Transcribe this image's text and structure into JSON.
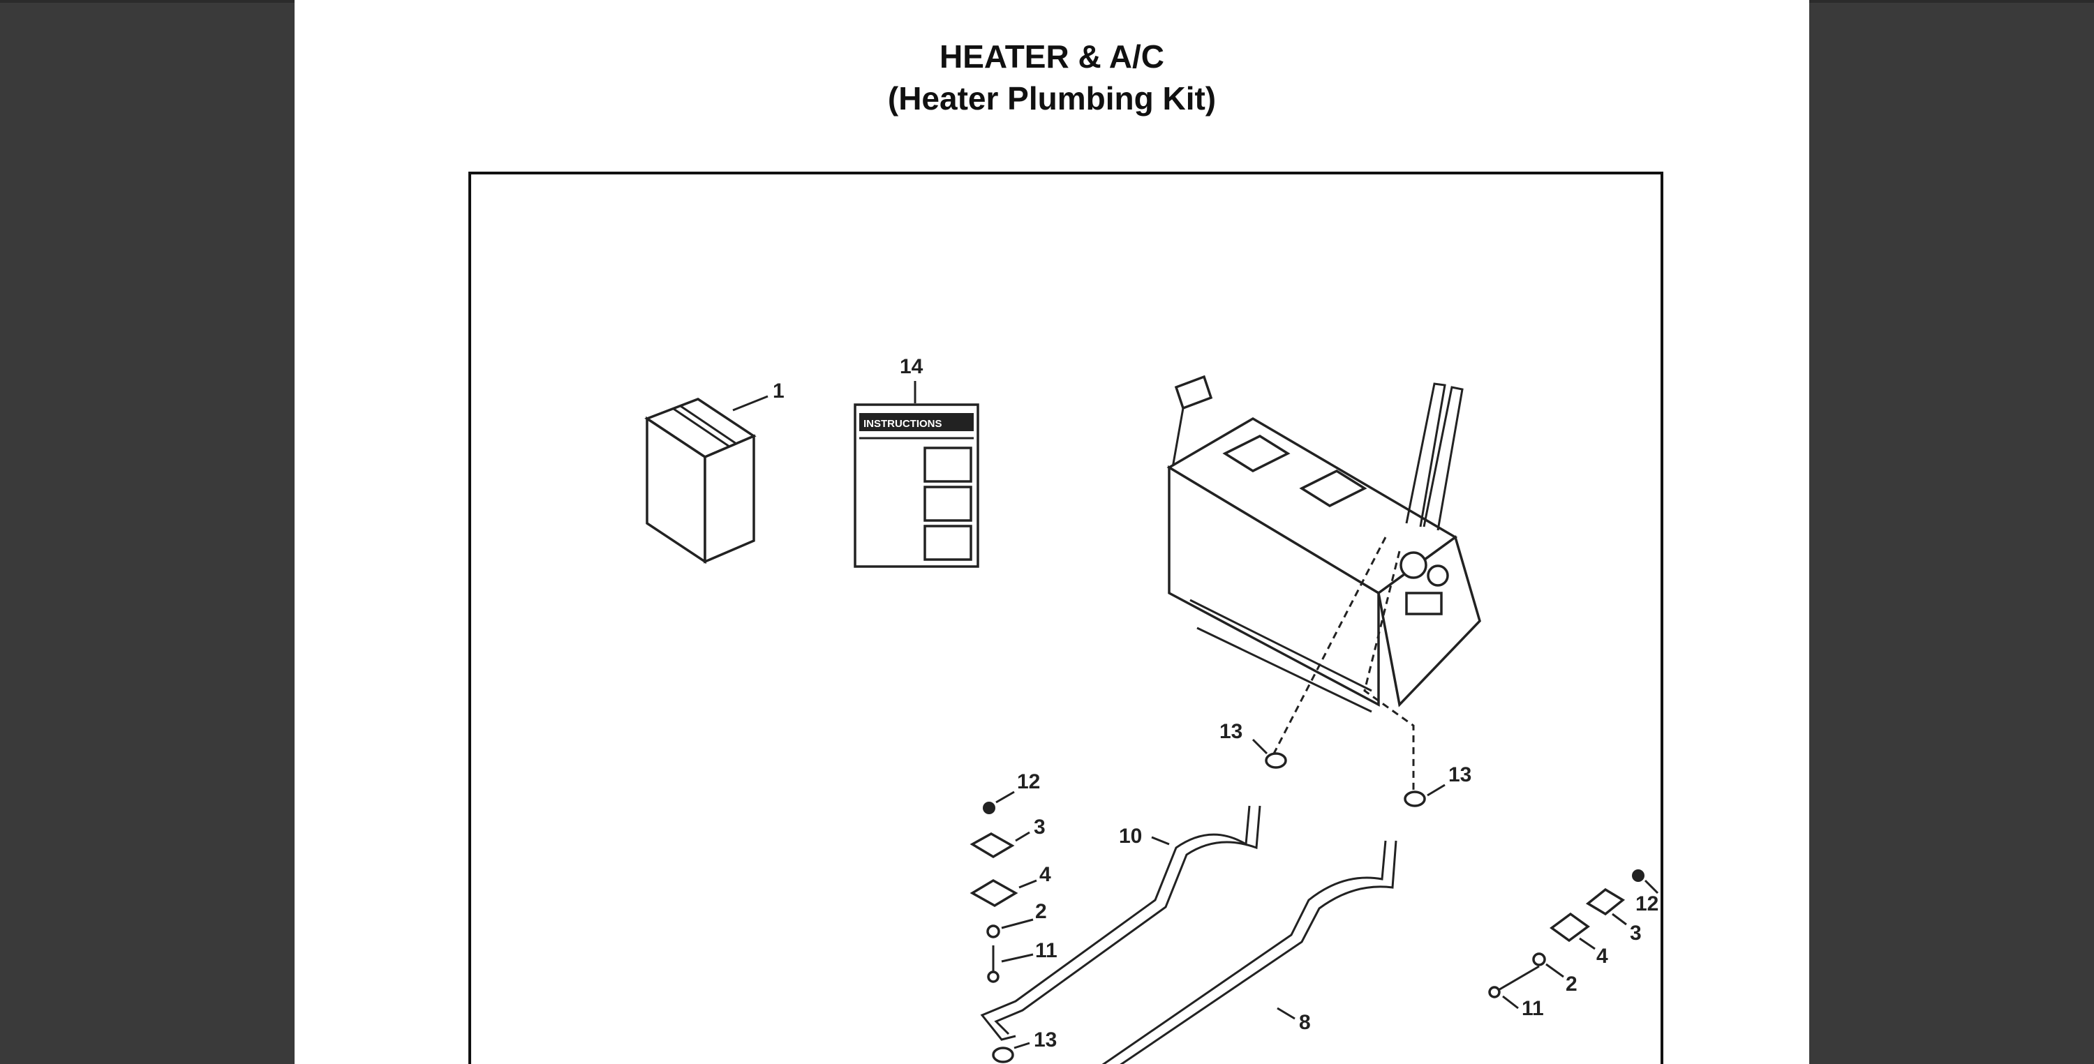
{
  "document": {
    "title": "HEATER & A/C",
    "subtitle": "(Heater Plumbing Kit)"
  },
  "figure": {
    "instruction_sheet_label": "INSTRUCTIONS",
    "callouts": {
      "c1": "1",
      "c14": "14",
      "c13a": "13",
      "c13b": "13",
      "c13c": "13",
      "c12a": "12",
      "c12b": "12",
      "c3a": "3",
      "c3b": "3",
      "c4a": "4",
      "c4b": "4",
      "c2a": "2",
      "c2b": "2",
      "c11a": "11",
      "c11b": "11",
      "c10": "10",
      "c8": "8"
    }
  }
}
